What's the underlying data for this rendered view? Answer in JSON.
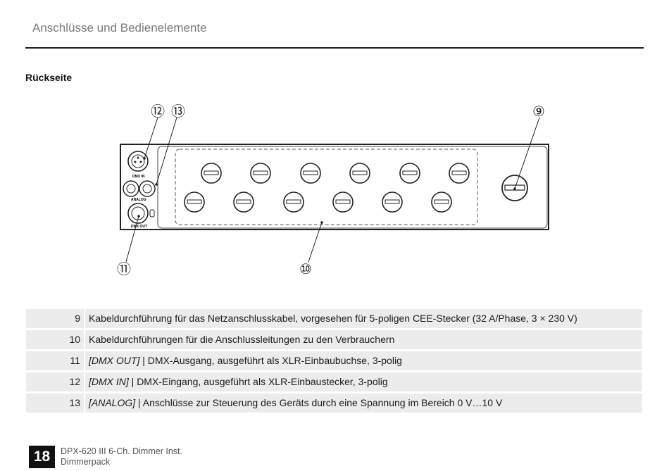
{
  "header": {
    "chapter_title": "Anschlüsse und Bedienelemente"
  },
  "section": {
    "title": "Rückseite"
  },
  "diagram": {
    "callouts": [
      "⑫",
      "⑬",
      "⑨",
      "⑪",
      "⑩"
    ],
    "panel_labels": {
      "dmx_in": "DMX IN",
      "analog": "ANALOG",
      "dmx_out": "DMX OUT"
    }
  },
  "legend": [
    {
      "num": "9",
      "tag": "",
      "text": "Kabeldurchführung für das Netzanschlusskabel, vorgesehen für 5-poligen CEE-Stecker (32 A/Phase, 3 × 230 V)"
    },
    {
      "num": "10",
      "tag": "",
      "text": "Kabeldurchführungen für die Anschlussleitungen zu den Verbrauchern"
    },
    {
      "num": "11",
      "tag": "[DMX OUT]",
      "text": " | DMX-Ausgang, ausgeführt als XLR-Einbaubuchse, 3-polig"
    },
    {
      "num": "12",
      "tag": "[DMX IN]",
      "text": " | DMX-Eingang, ausgeführt als XLR-Einbaustecker, 3-polig"
    },
    {
      "num": "13",
      "tag": "[ANALOG]",
      "text": " | Anschlüsse zur Steuerung des Geräts durch eine Spannung im Bereich 0 V…10 V"
    }
  ],
  "footer": {
    "page_number": "18",
    "product": "DPX-620 III 6-Ch. Dimmer Inst.",
    "subtitle": "Dimmerpack"
  }
}
